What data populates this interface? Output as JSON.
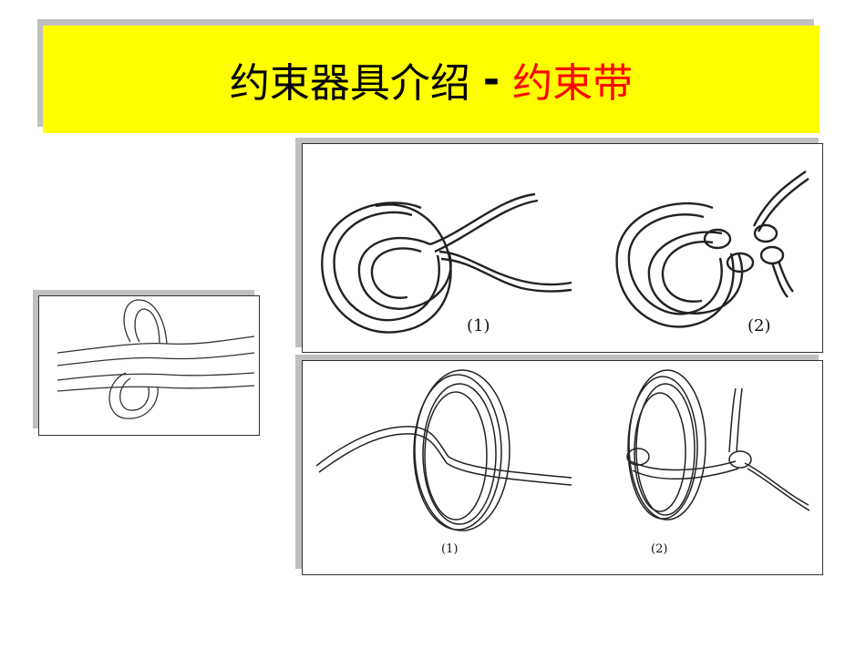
{
  "title": {
    "main": "约束器具介绍",
    "separator": "-",
    "sub": "约束带"
  },
  "figures": {
    "top_left_label": "(1)",
    "top_right_label": "(2)",
    "bottom_left_label": "(1)",
    "bottom_right_label": "(2)"
  },
  "colors": {
    "title_bg": "#ffff00",
    "subtitle": "#ff0000"
  }
}
